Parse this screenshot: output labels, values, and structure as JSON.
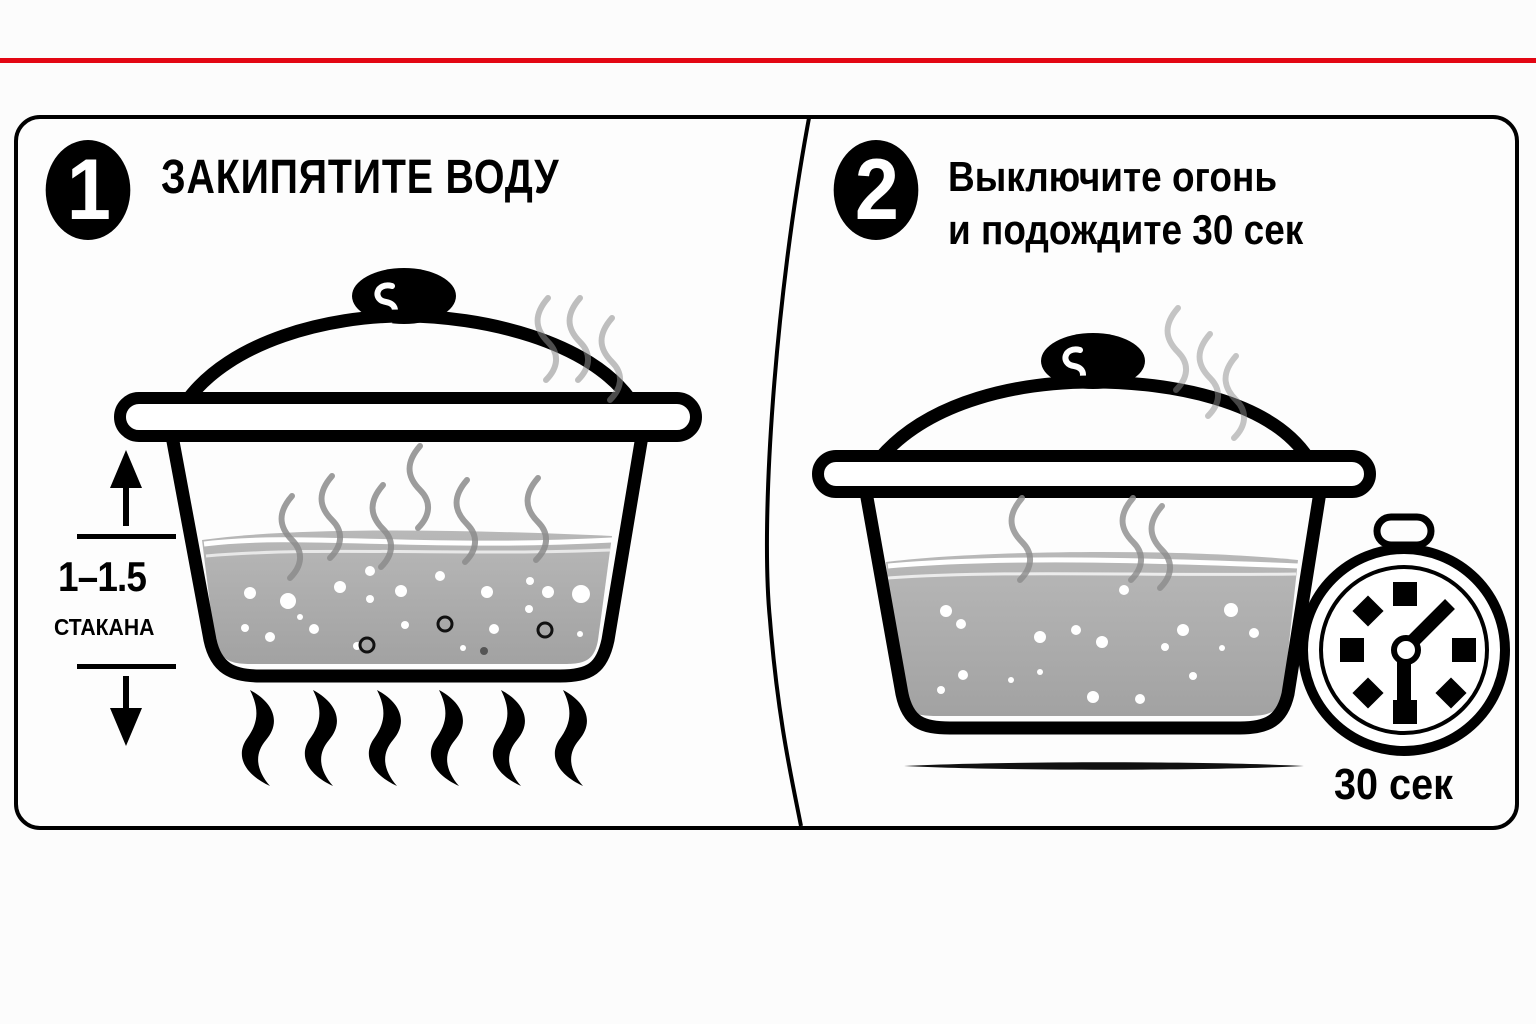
{
  "colors": {
    "accent_rule": "#e30613",
    "ink": "#000000",
    "water": "#a9a9a9",
    "steam": "#8a8a8a",
    "background": "#fcfcfc"
  },
  "steps": [
    {
      "number": "1",
      "title": "ЗАКИПЯТИТЕ ВОДУ",
      "illustration": "boiling-pot-on-flame",
      "measure": {
        "amount": "1–1.5",
        "unit": "СТАКАНА"
      },
      "icons": [
        "pot-icon",
        "steam-icon",
        "flame-icon",
        "arrow-up-icon",
        "arrow-down-icon"
      ]
    },
    {
      "number": "2",
      "title_line1": "Выключите огонь",
      "title_line2": "и подождите 30 сек",
      "illustration": "covered-pot-off-heat",
      "timer": {
        "label": "30 сек",
        "icon": "stopwatch-icon"
      },
      "icons": [
        "pot-icon",
        "steam-icon",
        "stopwatch-icon"
      ]
    }
  ]
}
